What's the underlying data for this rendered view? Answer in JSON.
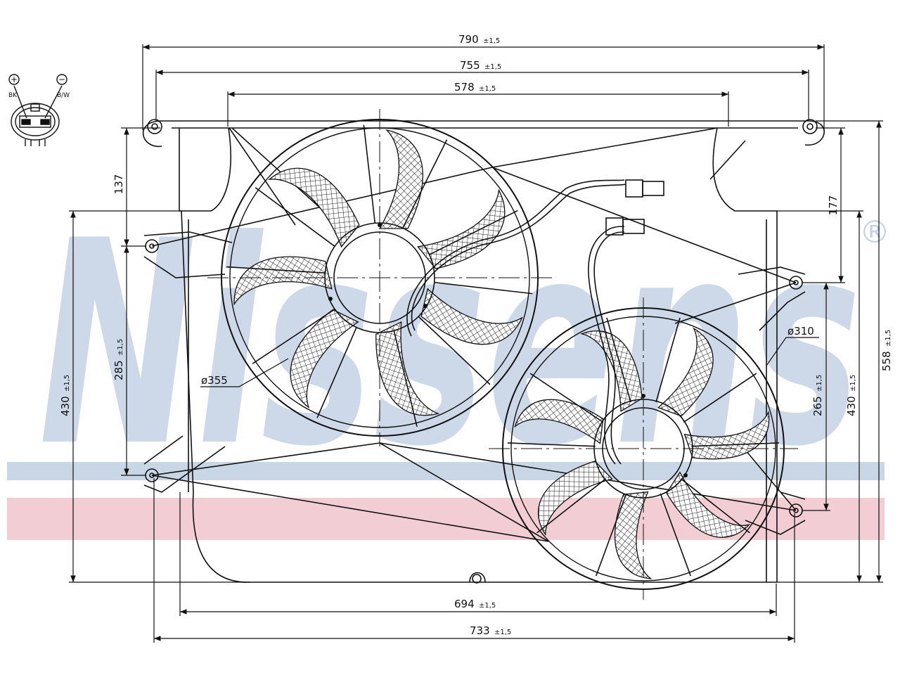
{
  "watermark": {
    "brand": "Nissens",
    "registered": "®",
    "band_colors": {
      "blue": "#c9d6e6",
      "red": "#f2cdd3",
      "text": "#c5d3e4"
    }
  },
  "connector": {
    "pins": [
      {
        "polarity": "+",
        "wire": "BK"
      },
      {
        "polarity": "−",
        "wire": "B/W"
      }
    ]
  },
  "dimensions": {
    "top_790": {
      "value": "790",
      "tol": "±1,5"
    },
    "top_755": {
      "value": "755",
      "tol": "±1,5"
    },
    "top_578": {
      "value": "578",
      "tol": "±1,5"
    },
    "bottom_694": {
      "value": "694",
      "tol": "±1,5"
    },
    "bottom_733": {
      "value": "733",
      "tol": "±1,5"
    },
    "left_137": {
      "value": "137"
    },
    "left_285": {
      "value": "285",
      "tol": "±1,5"
    },
    "left_430": {
      "value": "430",
      "tol": "±1,5"
    },
    "right_177": {
      "value": "177"
    },
    "right_265": {
      "value": "265",
      "tol": "±1,5"
    },
    "right_430": {
      "value": "430",
      "tol": "±1,5"
    },
    "right_558": {
      "value": "558",
      "tol": "±1,5"
    },
    "fan_large": {
      "value": "ø355"
    },
    "fan_small": {
      "value": "ø310"
    }
  }
}
